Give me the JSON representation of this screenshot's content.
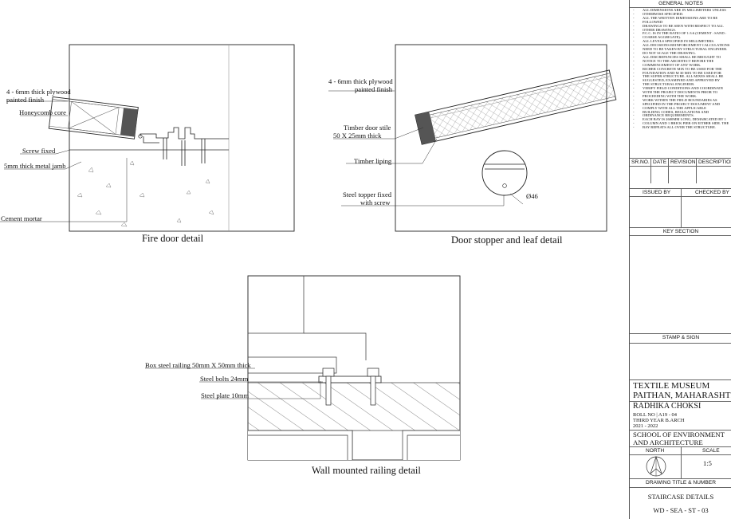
{
  "fire_door": {
    "title": "Fire door detail",
    "labels": {
      "plywood_1": "4 - 6mm thick plywood",
      "plywood_2": "painted finish",
      "honeycomb": "Honeycomb core",
      "screw": "Screw fixed",
      "jamb": "5mm thick metal jamb",
      "mortar": "Cement mortar"
    }
  },
  "door_stopper": {
    "title": "Door stopper and leaf detail",
    "labels": {
      "plywood_1": "4 - 6mm thick plywood",
      "plywood_2": "painted finish",
      "stile_1": "Timber door stile",
      "stile_2": "50 X 25mm thick",
      "liping": "Timber liping",
      "dia": "Ø46",
      "topper_1": "Steel topper fixed",
      "topper_2": "with screw"
    }
  },
  "railing": {
    "title": "Wall mounted railing detail",
    "labels": {
      "box": "Box steel railing 50mm X 50mm thick",
      "bolts": "Steel bolts 24mm",
      "plate": "Steel plate 10mm"
    }
  },
  "title_block": {
    "general_notes_heading": "GENERAL NOTES",
    "notes": [
      "ALL DIMENSIONS ARE IN MILLIMETERS UNLESS",
      "OTHERWISE SPECIFIED.",
      "ALL THE WRITTEN DIMENSIONS ARE TO BE",
      "FOLLOWED",
      "DRAWINGS TO BE SEEN WITH RESPECT TO ALL",
      "OTHER DRAWINGS.",
      "P.C.C. IS IN THE RATIO OF 1:3:6 (CEMENT : SAND :",
      "COARSE AGGRIGATE).",
      "ALL LEVELS SPECIFIED IN MILLIMETERS.",
      "ALL DECISIONS REINFORCEMENT CALCULATIONS",
      "NEED TO BE TAKEN BY STRUCTURAL ENGINEER.",
      "DO NOT SCALE THE DRAWING.",
      "ALL DISCREPANCIES SHALL BE BROUGHT TO",
      "NOTICE TO THE ARCHITECT BEFORE THE",
      "COMMENCEMENT OF ANY WORK.",
      "RICHER CONCRETE MIX TO BE USED FOR THE",
      "FOUNDATION AND M 30 MIX TO BE USED FOR",
      "THE SUPER STRUCTURE. ALL MIXES SHALL BE",
      "SUGGESTED, EXAMINED AND APPROVED BY",
      "THE STRUCTURAL ENGINEER.",
      "VERIFY FIELD CONDITIONS AND COORDINATE",
      "WITH THE PROJECT DOCUMENTS PRIOR TO",
      "PROCEEDING WITH THE WORK.",
      "WORK WITHIN THE FIELD BOUNDARIES AS",
      "SPECIFIED IN THE PROJECT DOCUMENT AND",
      "COMPLY WITH ALL THE APPLICABLE",
      "BUILDING CODES, REGULATIONS AND",
      "ORDINANCE REQUIREMENTS.",
      "EACH BAY IS 2600MM LONG, DEMARCATED BY 1",
      "COLUMN AND 1 BRICK PIER ON EITHER SIDE. THE",
      "BAY REPEATS ALL OVER THE STRUCTURE."
    ],
    "rev_headers": [
      "SR.NO.",
      "DATE",
      "REVISION",
      "DESCRIPTION"
    ],
    "issued_by": "ISSUED BY",
    "checked_by": "CHECKED BY",
    "key_section": "KEY SECTION",
    "stamp_sign": "STAMP & SIGN",
    "project_1": "TEXTILE MUSEUM",
    "project_2": "PAITHAN, MAHARASHTRA",
    "student": "RADHIKA CHOKSI",
    "roll": "ROLL NO | A19 - 04",
    "year": "THIRD YEAR B.ARCH",
    "session": "2021 - 2022",
    "school_1": "SCHOOL OF ENVIRONMENT",
    "school_2": "AND ARCHITECTURE",
    "north": "NORTH",
    "scale_label": "SCALE",
    "scale_value": "1:5",
    "drawing_title_label": "DRAWING TITLE & NUMBER",
    "drawing_title": "STAIRCASE DETAILS",
    "drawing_number": "WD - SEA - ST - 03"
  }
}
